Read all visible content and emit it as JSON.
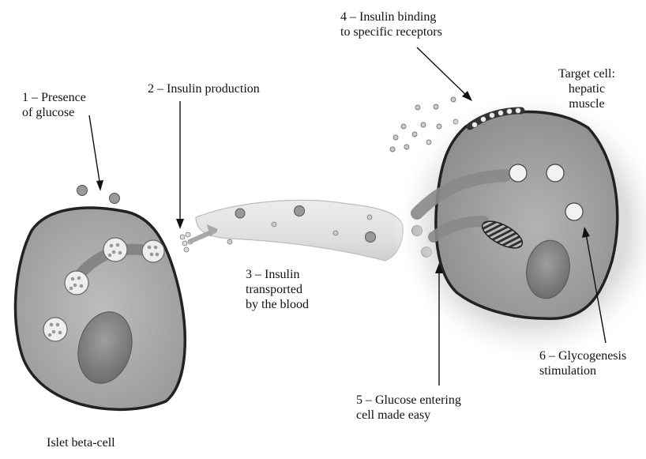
{
  "labels": {
    "step1": "1 – Presence\nof glucose",
    "step2": "2 – Insulin production",
    "step3": "3 – Insulin\ntransported\nby the blood",
    "step4": "4 – Insulin binding\nto specific receptors",
    "step5": "5 – Glucose entering\ncell made easy",
    "step6": "6 – Glycogenesis\nstimulation",
    "target_cell": "Target cell:\nhepatic\nmuscle",
    "islet_cell": "Islet beta-cell"
  },
  "colors": {
    "cell_fill": "#a6a6a6",
    "cell_border": "#2b2b2b",
    "nucleus": "#8c8c8c",
    "vessel": "#e6e6e6",
    "glucose": "#999999",
    "insulin": "#cfcfcf",
    "receptor": "#444444"
  }
}
